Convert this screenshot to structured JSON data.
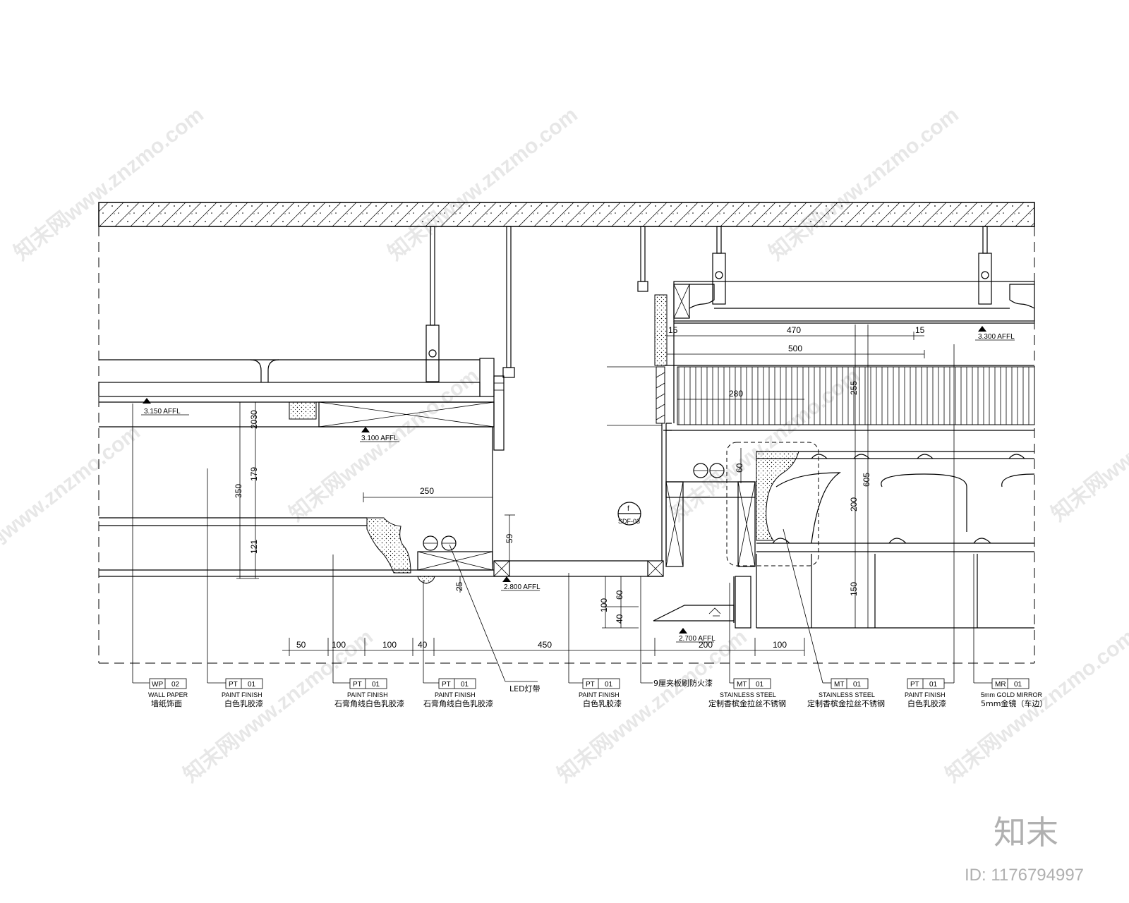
{
  "levels": {
    "l3150": "3.150 AFFL",
    "l3100": "3.100 AFFL",
    "l2800": "2.800 AFFL",
    "l2700": "2.700 AFFL",
    "l3300": "3.300 AFFL"
  },
  "dimensions": {
    "d470": "470",
    "d15a": "15",
    "d15b": "15",
    "d500": "500",
    "d280": "280",
    "d255": "255",
    "d605": "605",
    "d60r": "60",
    "d200v": "200",
    "d150": "150",
    "d2030": "2030",
    "d179": "179",
    "d121": "121",
    "d350": "350",
    "d250": "250",
    "d59": "59",
    "d25": "25",
    "d100v": "100",
    "d60v": "60",
    "d40v": "40",
    "d50": "50",
    "d100a": "100",
    "d100b": "100",
    "d40h": "40",
    "d450": "450",
    "d200h": "200",
    "d100h": "100"
  },
  "section_marker": {
    "letter": "f",
    "ref": "SDF-03"
  },
  "material_tags": [
    {
      "code": "WP",
      "num": "02",
      "en": "WALL PAPER",
      "cn": "墙纸饰面"
    },
    {
      "code": "PT",
      "num": "01",
      "en": "PAINT FINISH",
      "cn": "白色乳胶漆"
    },
    {
      "code": "PT",
      "num": "01",
      "en": "PAINT FINISH",
      "cn": "石膏角线白色乳胶漆"
    },
    {
      "code": "PT",
      "num": "01",
      "en": "PAINT FINISH",
      "cn": "石膏角线白色乳胶漆"
    },
    {
      "code": "PT",
      "num": "01",
      "en": "PAINT FINISH",
      "cn": "白色乳胶漆"
    },
    {
      "code": "MT",
      "num": "01",
      "en": "STAINLESS STEEL",
      "cn": "定制香槟金拉丝不锈钢"
    },
    {
      "code": "MT",
      "num": "01",
      "en": "STAINLESS STEEL",
      "cn": "定制香槟金拉丝不锈钢"
    },
    {
      "code": "PT",
      "num": "01",
      "en": "PAINT FINISH",
      "cn": "白色乳胶漆"
    },
    {
      "code": "MR",
      "num": "01",
      "en": "5mm GOLD MIRROR",
      "cn": "5mm金镜（车边）"
    }
  ],
  "notes": {
    "led": "LED灯带",
    "board": "9厘夹板刷防火漆"
  },
  "watermark": {
    "text": "知末网www.znzmo.com",
    "brand": "知末",
    "id": "ID: 1176794997"
  }
}
